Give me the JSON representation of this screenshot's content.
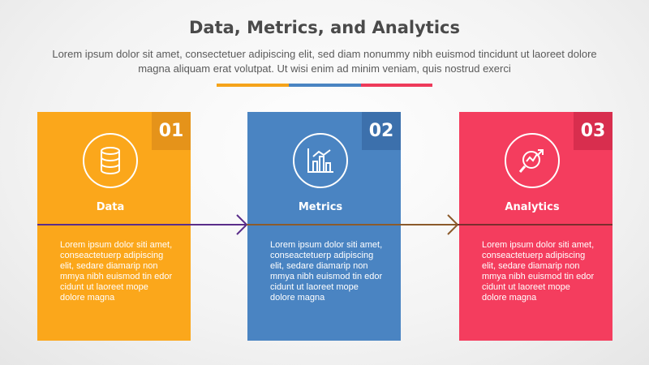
{
  "header": {
    "title": "Data, Metrics, and Analytics",
    "subtitle": "Lorem ipsum dolor sit amet, consectetuer adipiscing elit, sed diam nonummy nibh euismod tincidunt ut laoreet dolore magna aliquam erat volutpat. Ut wisi enim ad minim veniam, quis nostrud exerci"
  },
  "divider_colors": [
    "#f5a31a",
    "#4a84c2",
    "#ee3a5a"
  ],
  "cards": [
    {
      "number": "01",
      "title": "Data",
      "icon": "database-icon",
      "color": "#fba71b",
      "number_color": "#e5931a",
      "body": "Lorem ipsum dolor siti amet, conseactetuerp adipiscing elit, sedare diamarip non mmya nibh euismod tin edor cidunt ut laoreet mope dolore magna"
    },
    {
      "number": "02",
      "title": "Metrics",
      "icon": "bar-chart-icon",
      "color": "#4a84c2",
      "number_color": "#3c70ac",
      "body": "Lorem ipsum dolor siti amet, conseactetuerp adipiscing elit, sedare diamarip non mmya nibh euismod tin edor cidunt ut laoreet mope dolore magna"
    },
    {
      "number": "03",
      "title": "Analytics",
      "icon": "analytics-magnifier-icon",
      "color": "#f43d5e",
      "number_color": "#d82e4e",
      "body": "Lorem ipsum dolor siti amet, conseactetuerp adipiscing elit, sedare diamarip non mmya nibh euismod tin edor cidunt ut laoreet mope dolore magna"
    }
  ],
  "arrow_colors": [
    "#5a2d8a",
    "#8b5a2b",
    "#7a2e2e"
  ]
}
